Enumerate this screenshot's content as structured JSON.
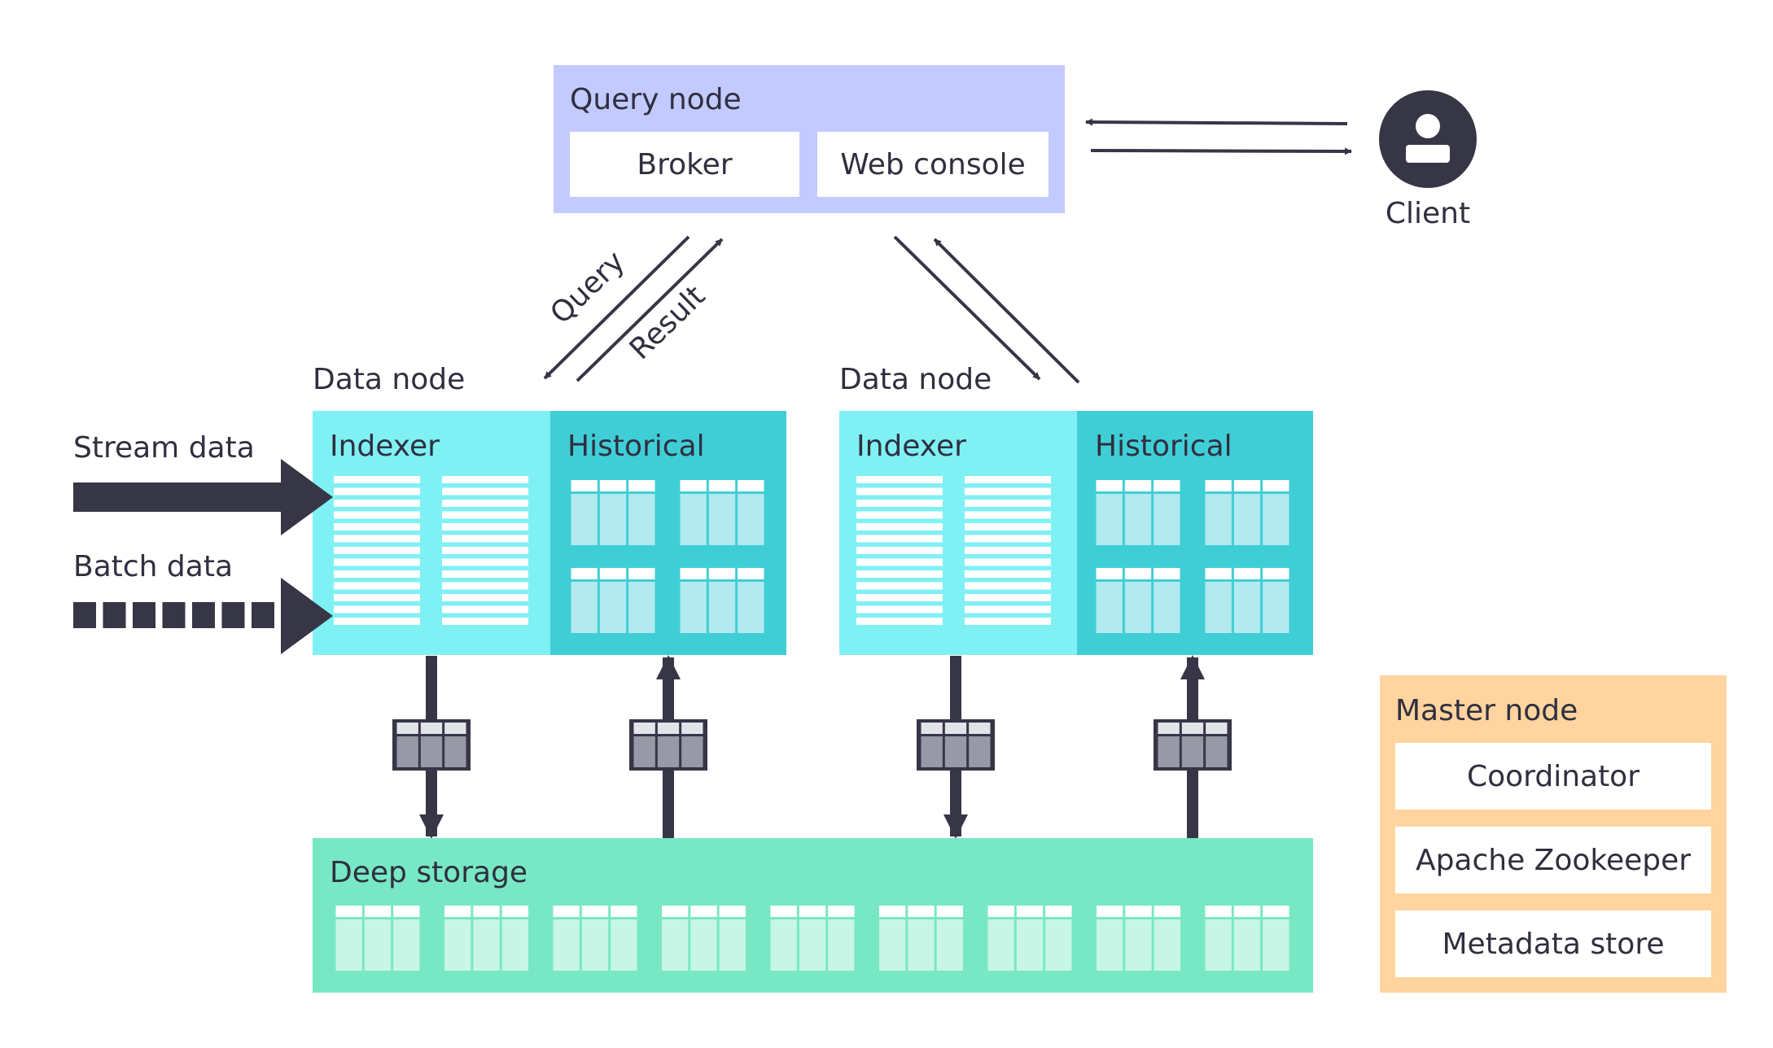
{
  "query_node": {
    "title": "Query node",
    "broker": "Broker",
    "web_console": "Web console"
  },
  "client": {
    "label": "Client"
  },
  "arrows": {
    "query": "Query",
    "result": "Result"
  },
  "data_nodes": [
    {
      "title": "Data node",
      "indexer": "Indexer",
      "historical": "Historical"
    },
    {
      "title": "Data node",
      "indexer": "Indexer",
      "historical": "Historical"
    }
  ],
  "inputs": {
    "stream": "Stream data",
    "batch": "Batch data"
  },
  "deep_storage": {
    "title": "Deep storage"
  },
  "master_node": {
    "title": "Master node",
    "coordinator": "Coordinator",
    "zookeeper": "Apache Zookeeper",
    "metadata": "Metadata store"
  },
  "colors": {
    "query_bg": "#c3caff",
    "indexer_bg": "#7ff1f4",
    "historical_bg": "#40ced6",
    "deep_storage_bg": "#78e8c4",
    "master_bg": "#ffd49e",
    "dark": "#363646"
  }
}
